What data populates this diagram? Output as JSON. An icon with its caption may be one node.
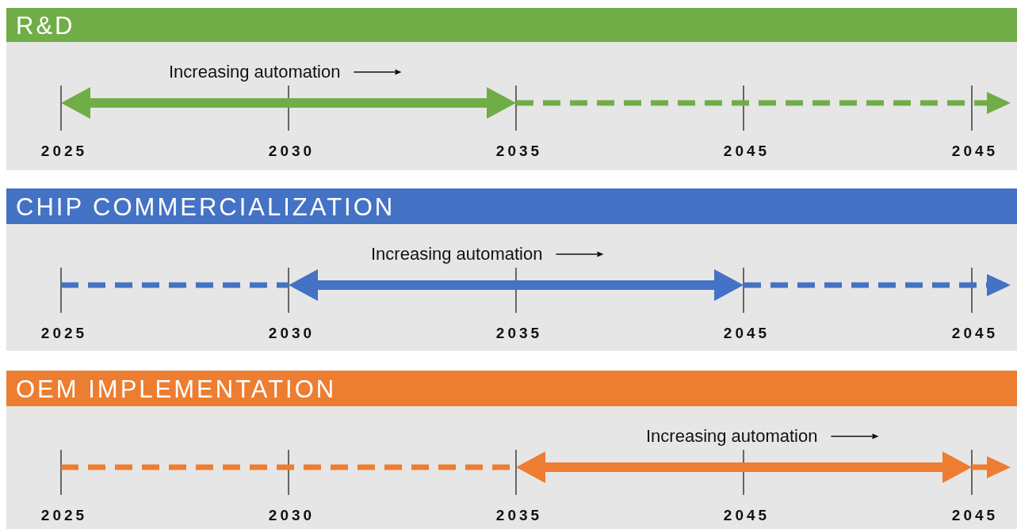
{
  "diagram": {
    "nodes": [
      {
        "text": [
          "R&D"
        ]
      },
      {
        "text": [
          "CHIP COMMERCIALIZATION"
        ]
      },
      {
        "text": [
          "OEM IMPLEMENTATION"
        ]
      }
    ],
    "labels": [
      "Increasing automation",
      "2025",
      "2030",
      "2035",
      "2045",
      "2045",
      "Increasing automation",
      "2025",
      "2030",
      "2035",
      "2045",
      "2045",
      "Increasing automation",
      "2025",
      "2030",
      "2035",
      "2045",
      "2045"
    ]
  }
}
